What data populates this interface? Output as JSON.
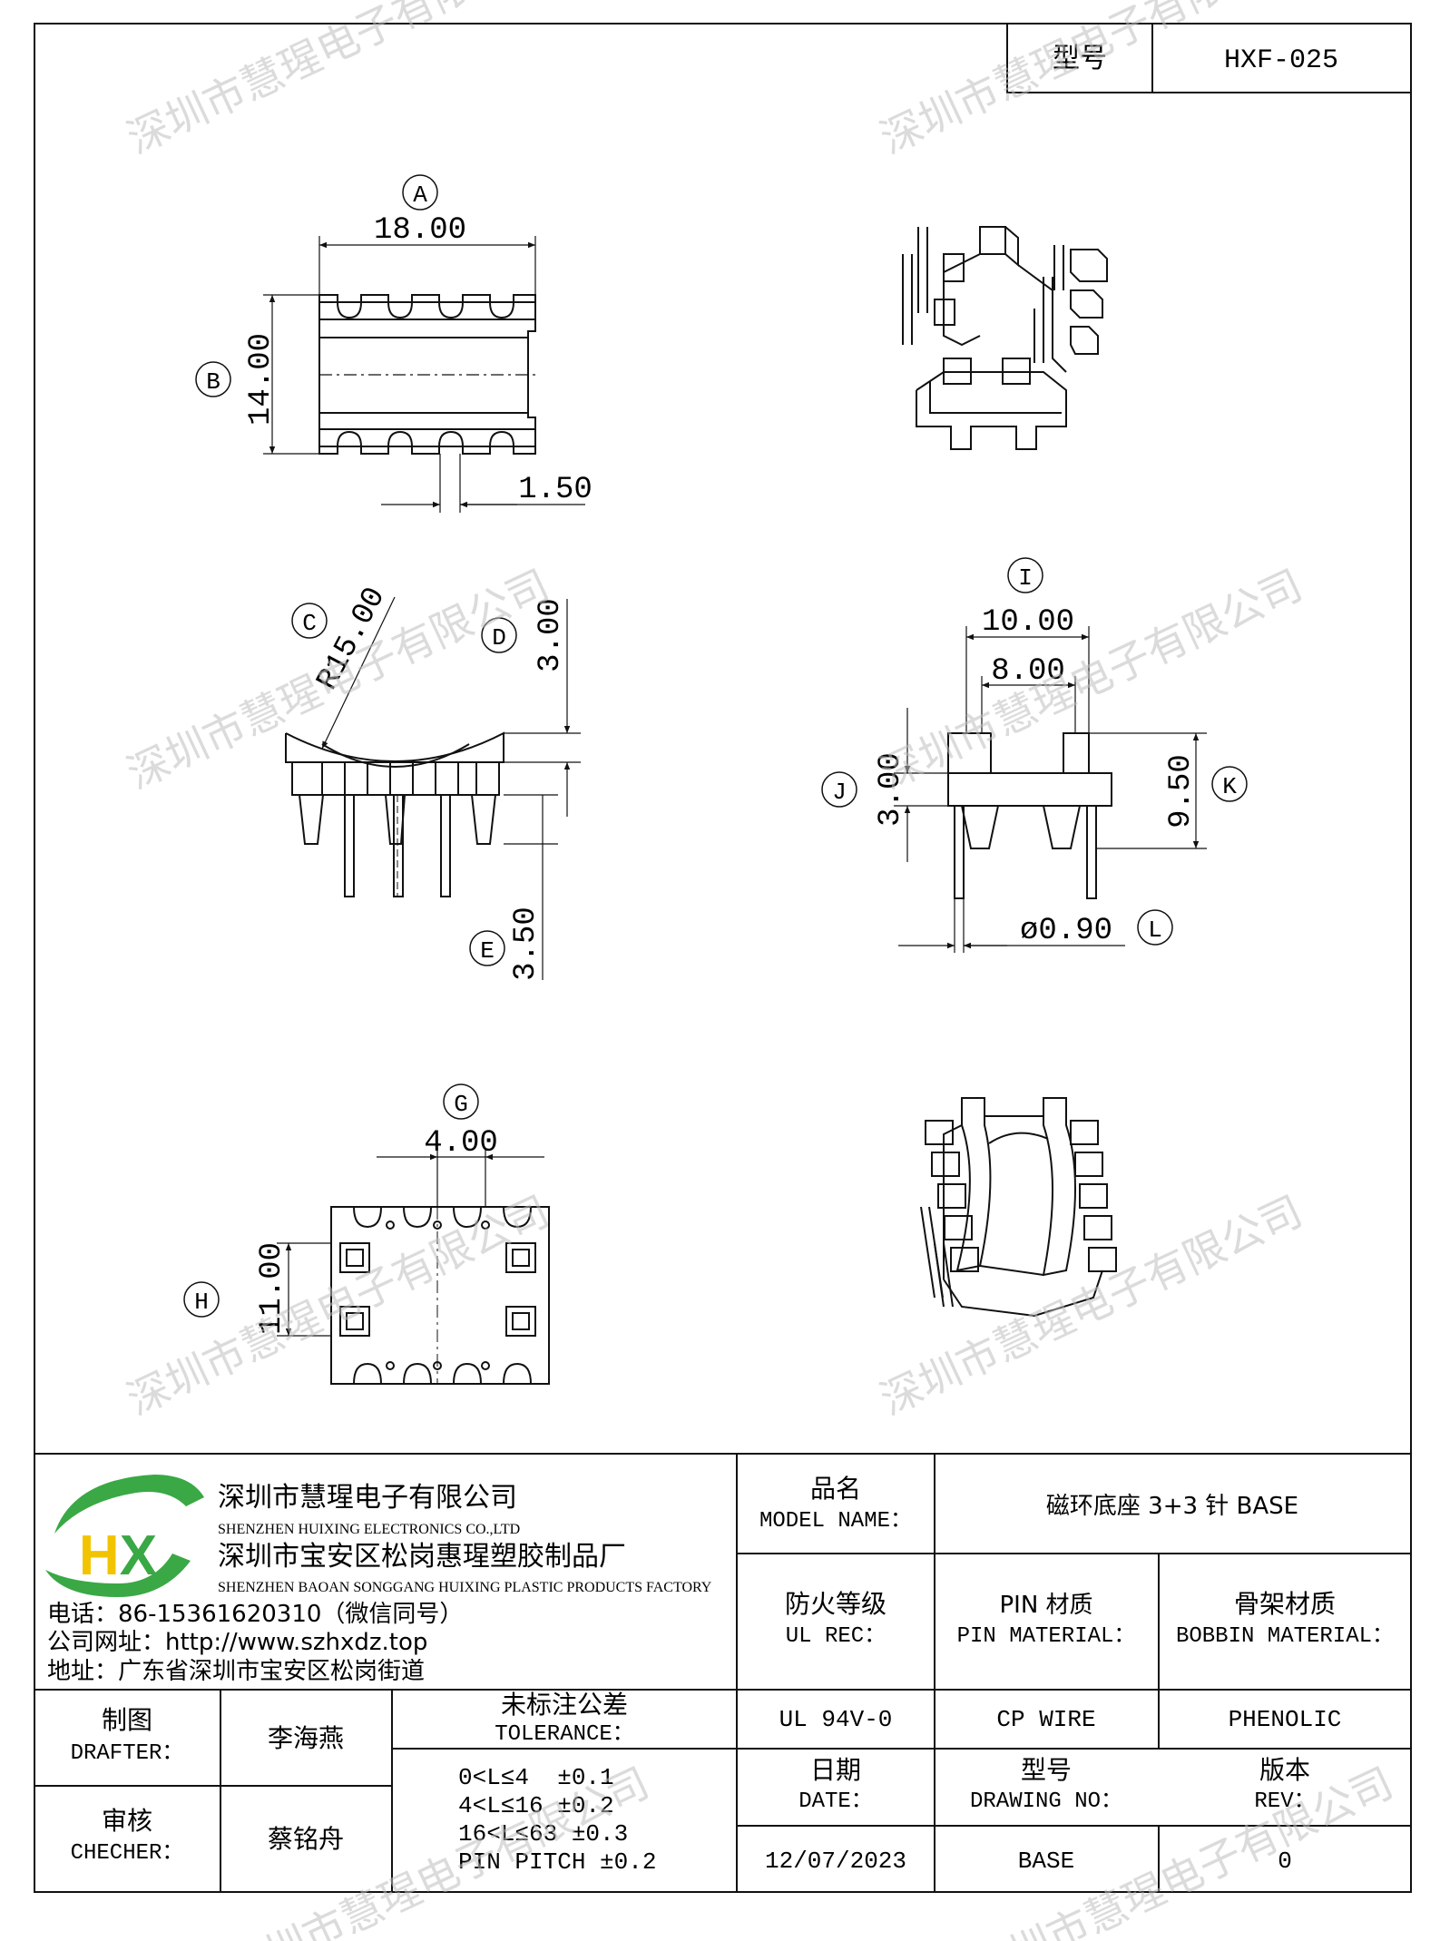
{
  "header": {
    "model_label": "型号",
    "model_value": "HXF-025"
  },
  "watermark": "深圳市慧瑆电子有限公司",
  "dimensions": {
    "A": {
      "letter": "A",
      "value": "18.00"
    },
    "B": {
      "letter": "B",
      "value": "14.00"
    },
    "pin_width": {
      "value": "1.50"
    },
    "C": {
      "letter": "C",
      "value": "R15.00"
    },
    "D": {
      "letter": "D",
      "value": "3.00"
    },
    "E": {
      "letter": "E",
      "value": "3.50"
    },
    "I": {
      "letter": "I",
      "value": "10.00"
    },
    "inner": {
      "value": "8.00"
    },
    "J": {
      "letter": "J",
      "value": "3.00"
    },
    "K": {
      "letter": "K",
      "value": "9.50"
    },
    "L": {
      "letter": "L",
      "value": "ø0.90"
    },
    "G": {
      "letter": "G",
      "value": "4.00"
    },
    "H": {
      "letter": "H",
      "value": "11.00"
    }
  },
  "company": {
    "logo_text": "HX",
    "name_cn": "深圳市慧瑆电子有限公司",
    "name_en": "SHENZHEN HUIXING ELECTRONICS CO.,LTD",
    "factory_cn": "深圳市宝安区松岗惠瑆塑胶制品厂",
    "factory_en": "SHENZHEN BAOAN SONGGANG HUIXING PLASTIC PRODUCTS FACTORY",
    "phone": "电话：86-15361620310（微信同号）",
    "website": "公司网址：http://www.szhxdz.top",
    "address": "地址：广东省深圳市宝安区松岗街道"
  },
  "title_block": {
    "model_name_cn": "品名",
    "model_name_en": "MODEL NAME：",
    "model_name_value": "磁环底座 3+3 针 BASE",
    "ul_cn": "防火等级",
    "ul_en": "UL REC：",
    "pin_cn": "PIN 材质",
    "pin_en": "PIN MATERIAL：",
    "bobbin_cn": "骨架材质",
    "bobbin_en": "BOBBIN MATERIAL：",
    "ul_value": "UL 94V-0",
    "pin_value": "CP WIRE",
    "bobbin_value": "PHENOLIC",
    "drafter_cn": "制图",
    "drafter_en": "DRAFTER：",
    "drafter_value": "李海燕",
    "checker_cn": "审核",
    "checker_en": "CHECHER：",
    "checker_value": "蔡铭舟",
    "tolerance_cn": "未标注公差",
    "tolerance_en": "TOLERANCE：",
    "tolerance_rows": [
      "0<L≤4  ±0.1",
      "4<L≤16 ±0.2",
      "16<L≤63 ±0.3",
      "PIN PITCH ±0.2"
    ],
    "date_cn": "日期",
    "date_en": "DATE：",
    "date_value": "12/07/2023",
    "drawing_cn": "型号",
    "drawing_en": "DRAWING NO：",
    "drawing_value": "BASE",
    "rev_cn": "版本",
    "rev_en": "REV：",
    "rev_value": "0"
  },
  "colors": {
    "line": "#111111",
    "logo_green": "#3aa845",
    "logo_yellow": "#f2c400",
    "watermark": "#c8c8c8"
  }
}
